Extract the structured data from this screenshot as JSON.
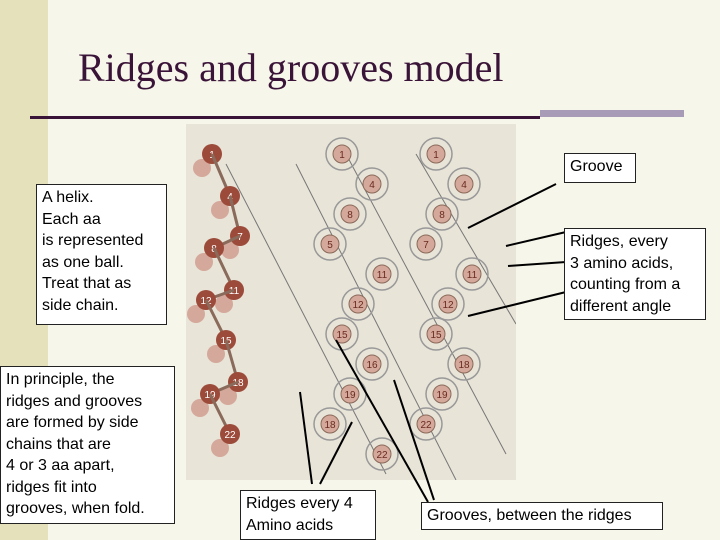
{
  "title": "Ridges and grooves model",
  "labels": {
    "groove": "Groove",
    "helix": "A helix.\nEach aa\nis represented\nas one ball.\nTreat that as\nside chain.",
    "ridges3": "Ridges, every\n3 amino acids,\ncounting from a\ndifferent angle",
    "principle": "In principle, the\nridges and grooves\nare formed by side\nchains that are\n4 or 3 aa apart,\nridges fit into\ngrooves, when fold.",
    "ridges4": "Ridges every 4\nAmino acids",
    "grooves_between": "Grooves, between the ridges"
  },
  "figure_numbers": {
    "left": [
      "1",
      "4",
      "7",
      "8",
      "11",
      "12",
      "15",
      "18",
      "19",
      "22"
    ],
    "middle": [
      "1",
      "4",
      "8",
      "5",
      "11",
      "12",
      "15",
      "16",
      "19",
      "18",
      "22"
    ],
    "right": [
      "1",
      "4",
      "8",
      "7",
      "11",
      "12",
      "15",
      "18",
      "19",
      "22"
    ]
  },
  "colors": {
    "title": "#3a1438",
    "accent_bar": "#a89bb8",
    "left_bar": "#e5e1bb",
    "ball_dark": "#9c4a3a",
    "ball_light": "#d4a89a"
  }
}
